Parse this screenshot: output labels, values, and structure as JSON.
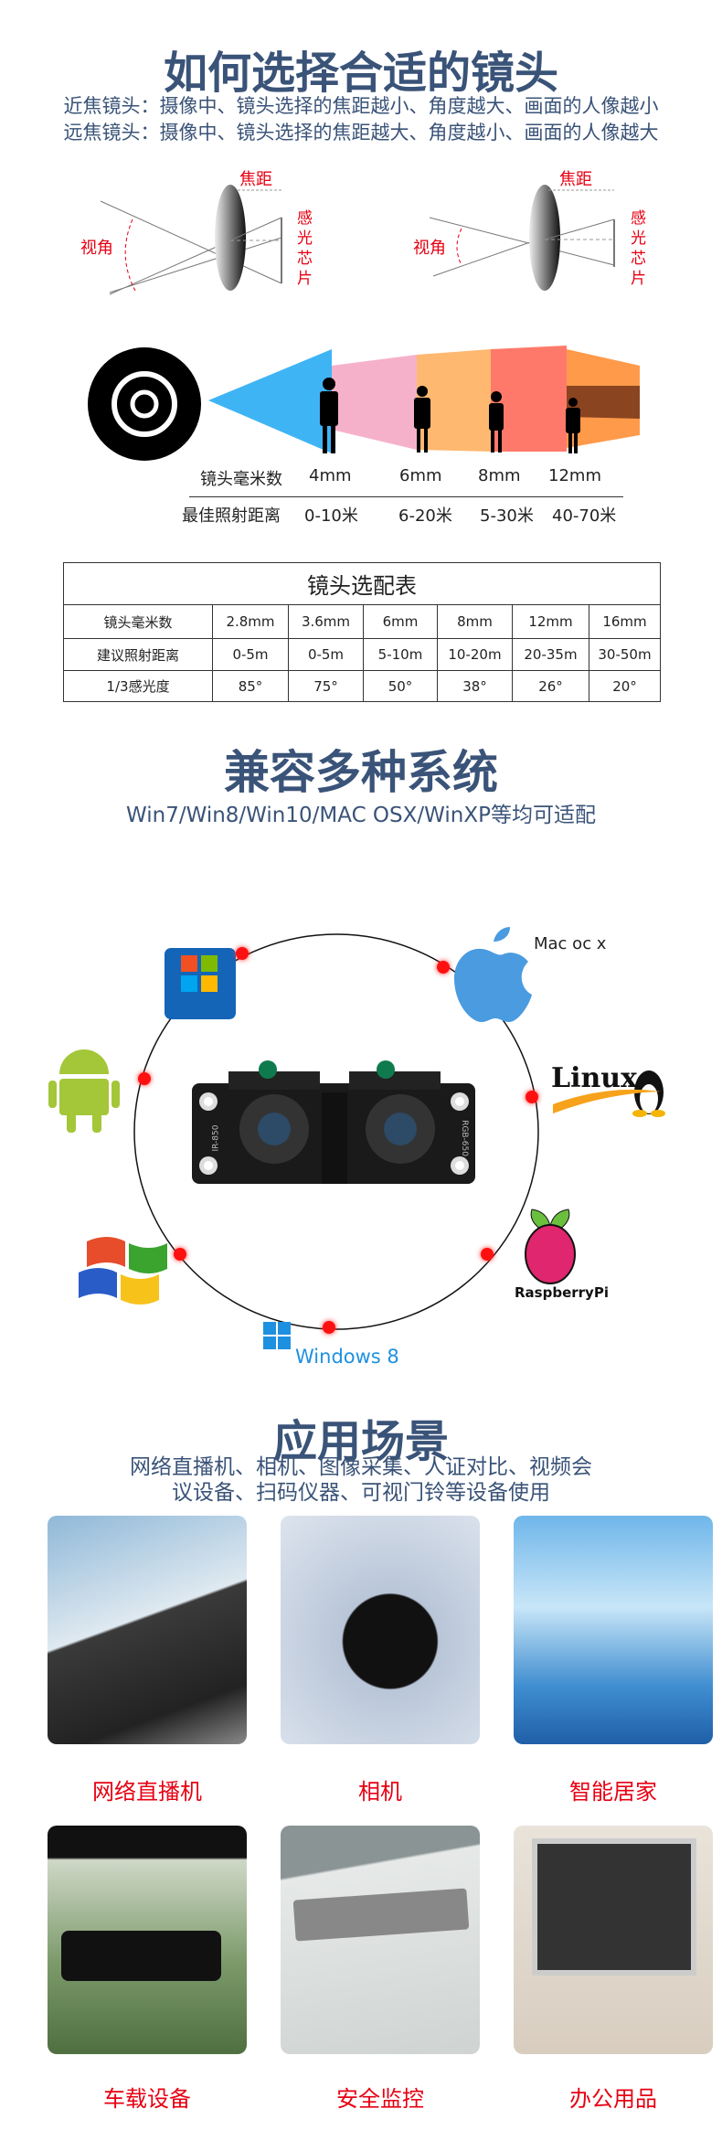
{
  "section1": {
    "title": "如何选择合适的镜头",
    "line1": "近焦镜头：摄像中、镜头选择的焦距越小、角度越大、画面的人像越小",
    "line2": "远焦镜头：摄像中、镜头选择的焦距越大、角度越小、画面的人像越大",
    "focal_label": "焦距",
    "angle_label": "视角",
    "sensor_label": "感光芯片",
    "mm_header": "镜头毫米数",
    "dist_header": "最佳照射距离",
    "mm": [
      "4mm",
      "6mm",
      "8mm",
      "12mm"
    ],
    "dist": [
      "0-10米",
      "6-20米",
      "5-30米",
      "40-70米"
    ]
  },
  "table": {
    "title": "镜头选配表",
    "rows": [
      [
        "镜头毫米数",
        "2.8mm",
        "3.6mm",
        "6mm",
        "8mm",
        "12mm",
        "16mm"
      ],
      [
        "建议照射距离",
        "0-5m",
        "0-5m",
        "5-10m",
        "10-20m",
        "20-35m",
        "30-50m"
      ],
      [
        "1/3感光度",
        "85°",
        "75°",
        "50°",
        "38°",
        "26°",
        "20°"
      ]
    ]
  },
  "section2": {
    "title": "兼容多种系统",
    "subtitle": "Win7/Win8/Win10/MAC OSX/WinXP等均可适配",
    "os": {
      "win7": "Windows 7",
      "mac": "Mac oc x",
      "linux": "Linux",
      "raspberry": "RaspberryPi",
      "win8": "Windows 8"
    },
    "board_labels": [
      "IR-850",
      "RGB-650"
    ]
  },
  "section3": {
    "title": "应用场景",
    "line1": "网络直播机、相机、图像采集、人证对比、视频会",
    "line2": "议设备、扫码仪器、可视门铃等设备使用",
    "items": [
      "网络直播机",
      "相机",
      "智能居家",
      "车载设备",
      "安全监控",
      "办公用品"
    ]
  },
  "colors": {
    "title": "#3a5378",
    "accent": "#e60012"
  }
}
